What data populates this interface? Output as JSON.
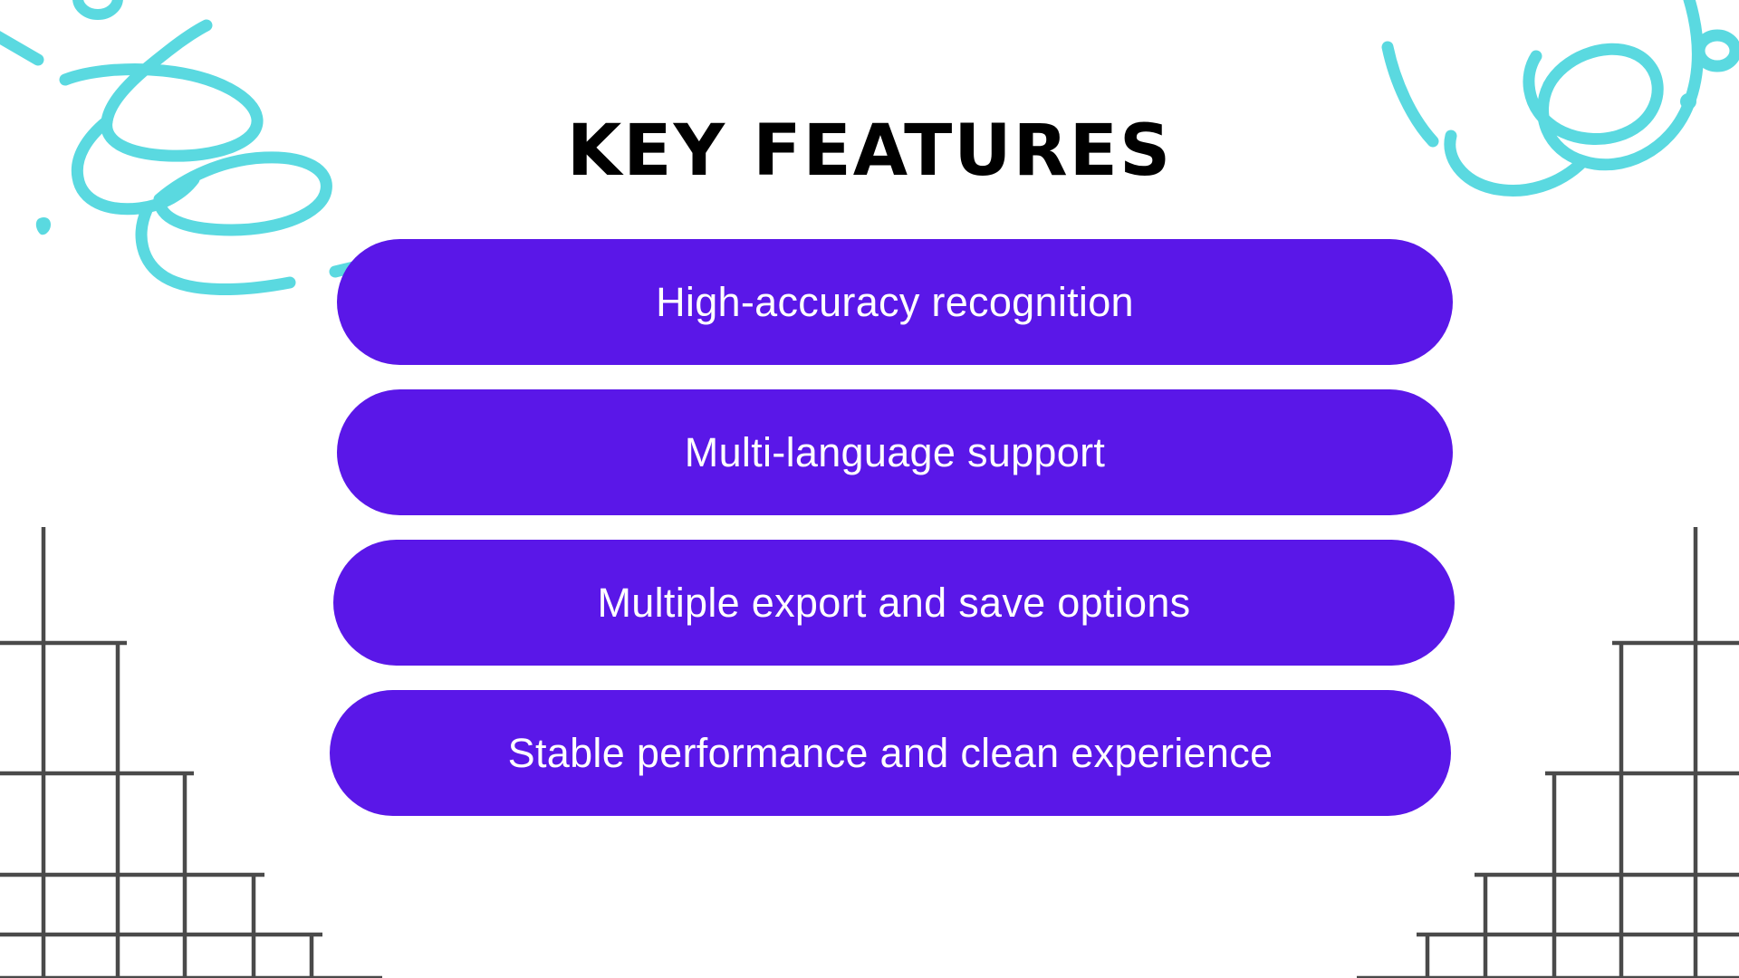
{
  "slide": {
    "background_color": "#ffffff",
    "title": "KEY FEATURES",
    "title_color": "#000000",
    "accent_purple": "#5A17E8",
    "accent_teal": "#5AD9E0",
    "grid_line_color": "#4A4A4A",
    "pill_text_color": "#ffffff"
  },
  "features": [
    {
      "label": "High-accuracy recognition"
    },
    {
      "label": "Multi-language support"
    },
    {
      "label": "Multiple export and save options"
    },
    {
      "label": "Stable performance and clean experience"
    }
  ],
  "decorations": {
    "top_left": "teal-scribble-loops-icon",
    "top_right": "teal-scribble-loops-icon",
    "bottom_left": "gray-grid-lines-icon",
    "bottom_right": "gray-grid-lines-icon"
  }
}
